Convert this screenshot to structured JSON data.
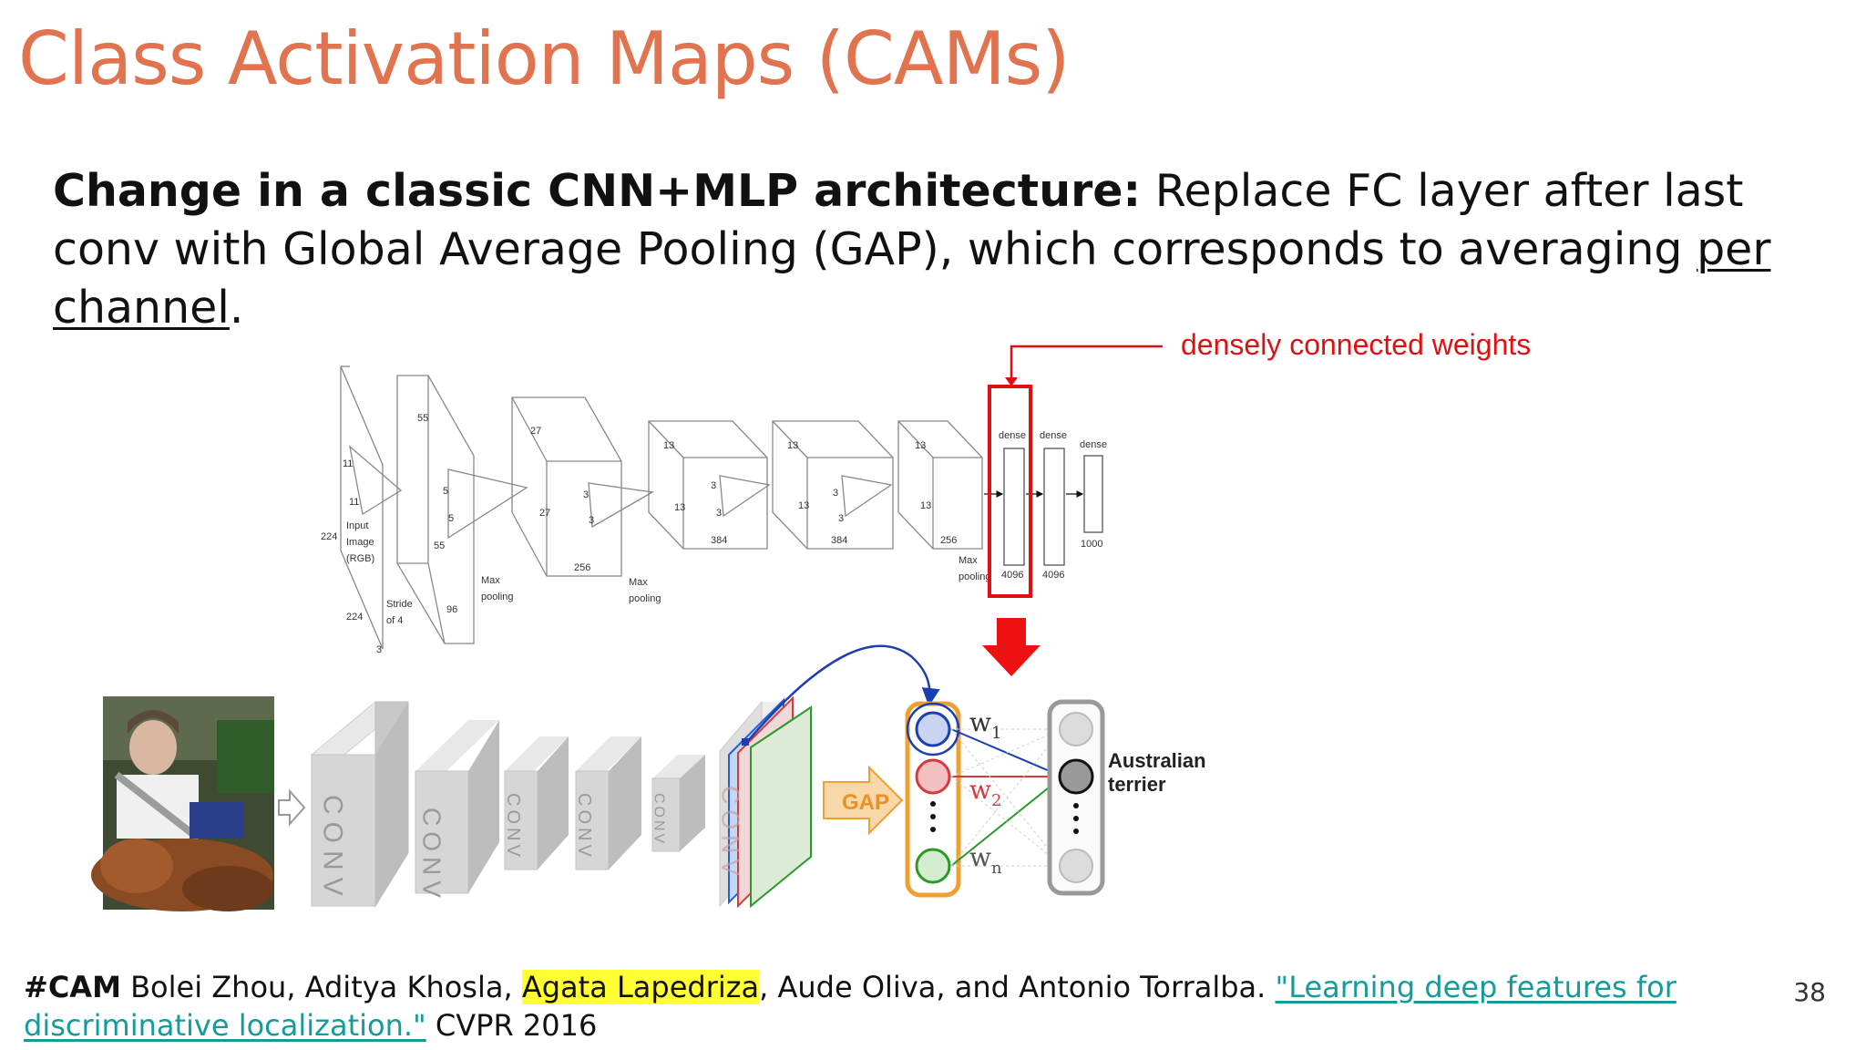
{
  "slide": {
    "title": "Class Activation Maps (CAMs)",
    "page_number": "38"
  },
  "body": {
    "bold_lead": "Change in a classic CNN+MLP architecture:",
    "text_1": " Replace FC layer after last conv with Global Average Pooling (GAP), which corresponds to averaging ",
    "underlined": "per channel",
    "text_2": "."
  },
  "figure": {
    "annotation": "densely connected weights",
    "alexnet": {
      "labels": {
        "n224a": "224",
        "n224b": "224",
        "n3": "3",
        "n11a": "11",
        "n11b": "11",
        "input": [
          "Input",
          "Image",
          "(RGB)"
        ],
        "stride": [
          "Stride",
          "of 4"
        ],
        "n55a": "55",
        "n55b": "55",
        "n5a": "5",
        "n5b": "5",
        "n96": "96",
        "maxpool1": [
          "Max",
          "pooling"
        ],
        "n27a": "27",
        "n27b": "27",
        "n3a": "3",
        "n3b": "3",
        "n256a": "256",
        "maxpool2": [
          "Max",
          "pooling"
        ],
        "n13a": "13",
        "n13b": "13",
        "n3c": "3",
        "n3d": "3",
        "n384a": "384",
        "n13c": "13",
        "n13d": "13",
        "n3e": "3",
        "n3f": "3",
        "n384b": "384",
        "n13e": "13",
        "n13f": "13",
        "n256b": "256",
        "maxpool3": [
          "Max",
          "pooling"
        ],
        "dense1": "dense",
        "dense2": "dense",
        "dense3": "dense",
        "n4096a": "4096",
        "n4096b": "4096",
        "n1000": "1000"
      }
    },
    "cam": {
      "conv_label": "CONV",
      "gap_label": "GAP",
      "w1": "w",
      "w1_sub": "1",
      "w2": "w",
      "w2_sub": "2",
      "wn": "w",
      "wn_sub": "n",
      "output_label": [
        "Australian",
        "terrier"
      ]
    }
  },
  "citation": {
    "tag": "#CAM",
    "authors_a": " Bolei Zhou, Aditya Khosla, ",
    "highlighted_author": "Agata Lapedriza",
    "authors_b": ", Aude Oliva, and Antonio Torralba. ",
    "paper_link": "\"Learning deep features for discriminative localization.\"",
    "venue": " CVPR 2016"
  },
  "colors": {
    "title": "#e2734f",
    "annotation_red": "#e01010",
    "link": "#159b9b",
    "highlight": "#ffff33",
    "gap_orange": "#f0a030",
    "blue": "#1a3fb0",
    "red_node": "#d83a3a",
    "green": "#2a9a2a"
  }
}
